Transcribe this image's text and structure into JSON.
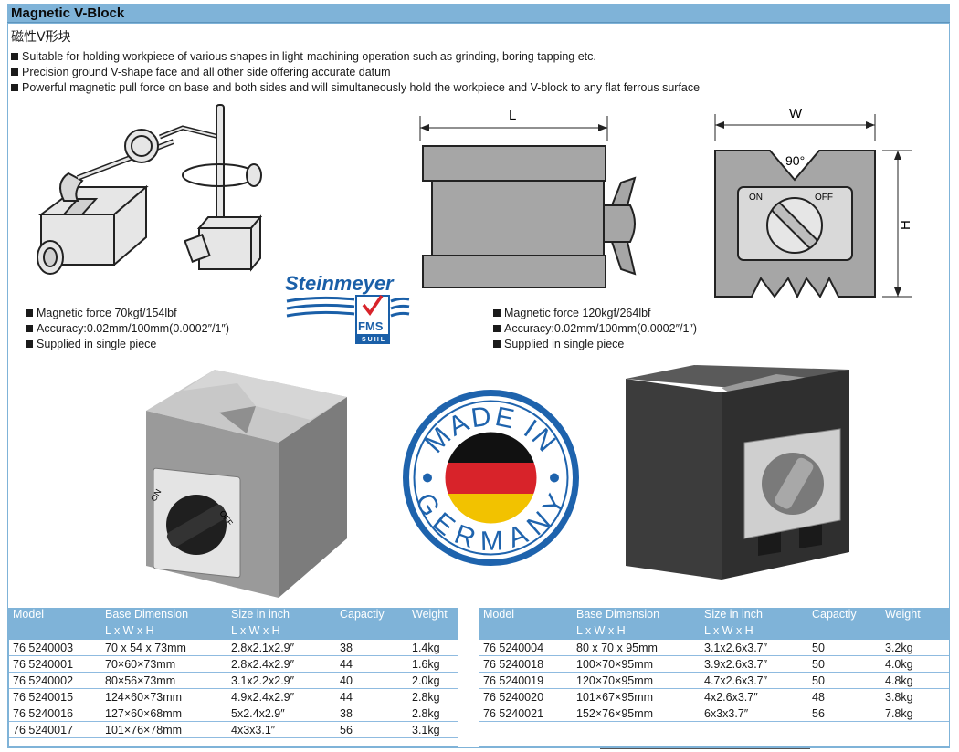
{
  "header": {
    "title": "Magnetic V-Block",
    "chinese_title": "磁性V形块"
  },
  "features": [
    "Suitable for holding workpiece of various shapes in light-machining operation such as grinding, boring tapping etc.",
    "Precision ground V-shape face and all other side offering accurate datum",
    "Powerful magnetic pull force on base and both sides and will simultaneously hold the workpiece and V-block to any flat ferrous surface"
  ],
  "diagram": {
    "length_label": "L",
    "width_label": "W",
    "height_label": "H",
    "angle_label": "90°",
    "on_label": "ON",
    "off_label": "OFF"
  },
  "logo": {
    "brand": "Steinmeyer",
    "sub": "FMS",
    "sub2": "SUHL"
  },
  "seal": {
    "top": "MADE IN",
    "bottom": "GERMANY"
  },
  "knob_labels": {
    "on": "ON",
    "off": "OFF"
  },
  "specs_left": [
    "Magnetic force 70kgf/154lbf",
    "Accuracy:0.02mm/100mm(0.0002″/1″)",
    "Supplied in single piece"
  ],
  "specs_right": [
    "Magnetic force 120kgf/264lbf",
    "Accuracy:0.02mm/100mm(0.0002″/1″)",
    "Supplied in single piece"
  ],
  "table_headers": {
    "model": "Model",
    "base": "Base Dimension",
    "base_sub": "L x W x H",
    "inch": "Size in inch",
    "inch_sub": "L x W x H",
    "cap": "Capactiy",
    "weight": "Weight"
  },
  "table_left": [
    {
      "model": "76 5240003",
      "base": "70 x 54 x 73mm",
      "inch": "2.8x2.1x2.9″",
      "cap": "38",
      "weight": "1.4kg"
    },
    {
      "model": "76 5240001",
      "base": "70×60×73mm",
      "inch": "2.8x2.4x2.9″",
      "cap": "44",
      "weight": "1.6kg"
    },
    {
      "model": "76 5240002",
      "base": "80×56×73mm",
      "inch": "3.1x2.2x2.9″",
      "cap": "40",
      "weight": "2.0kg"
    },
    {
      "model": "76 5240015",
      "base": "124×60×73mm",
      "inch": "4.9x2.4x2.9″",
      "cap": "44",
      "weight": "2.8kg"
    },
    {
      "model": "76 5240016",
      "base": "127×60×68mm",
      "inch": "5x2.4x2.9″",
      "cap": "38",
      "weight": "2.8kg"
    },
    {
      "model": "76 5240017",
      "base": "101×76×78mm",
      "inch": "4x3x3.1″",
      "cap": "56",
      "weight": "3.1kg"
    }
  ],
  "table_right": [
    {
      "model": "76 5240004",
      "base": "80 x 70 x 95mm",
      "inch": "3.1x2.6x3.7″",
      "cap": "50",
      "weight": "3.2kg"
    },
    {
      "model": "76 5240018",
      "base": "100×70×95mm",
      "inch": "3.9x2.6x3.7″",
      "cap": "50",
      "weight": "4.0kg"
    },
    {
      "model": "76 5240019",
      "base": "120×70×95mm",
      "inch": "4.7x2.6x3.7″",
      "cap": "50",
      "weight": "4.8kg"
    },
    {
      "model": "76 5240020",
      "base": "101×67×95mm",
      "inch": "4x2.6x3.7″",
      "cap": "48",
      "weight": "3.8kg"
    },
    {
      "model": "76 5240021",
      "base": "152×76×95mm",
      "inch": "6x3x3.7″",
      "cap": "56",
      "weight": "7.8kg"
    }
  ],
  "colors": {
    "accent": "#7fb3d8",
    "logo_blue": "#1a5fa8",
    "seal_blue": "#1e63ad",
    "check_red": "#d8232a"
  }
}
